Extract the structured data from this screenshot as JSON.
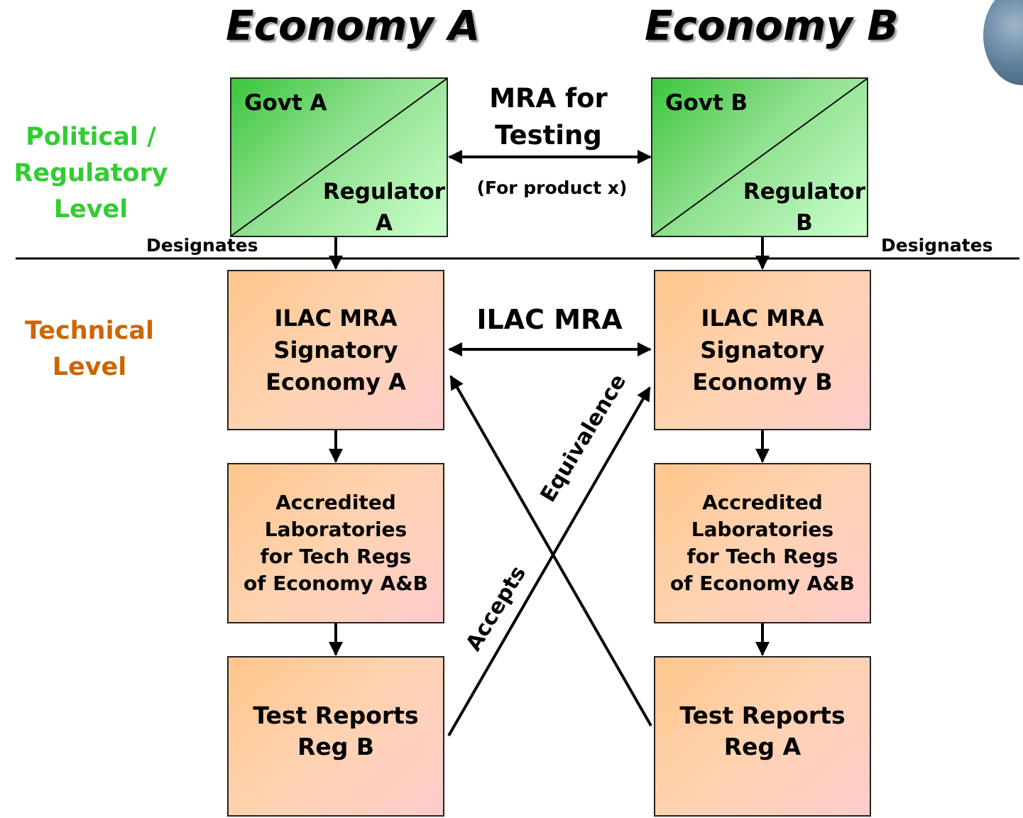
{
  "headings": {
    "economy_a": "Economy A",
    "economy_b": "Economy B"
  },
  "levels": {
    "political": "Political /\nRegulatory\nLevel",
    "technical": "Technical\nLevel"
  },
  "govt_boxes": {
    "a": {
      "govt": "Govt A",
      "regulator": "Regulator\nA"
    },
    "b": {
      "govt": "Govt B",
      "regulator": "Regulator\nB"
    }
  },
  "mra_testing": {
    "title": "MRA for\nTesting",
    "subtitle": "(For product x)"
  },
  "designates": {
    "left": "Designates",
    "right": "Designates"
  },
  "ilac_mra_label": "ILAC MRA",
  "signatory_boxes": {
    "a": "ILAC MRA\nSignatory\nEconomy A",
    "b": "ILAC MRA\nSignatory\nEconomy B"
  },
  "lab_boxes": {
    "a": "Accredited\nLaboratories\nfor Tech Regs\nof Economy A&B",
    "b": "Accredited\nLaboratories\nfor Tech Regs\nof Economy A&B"
  },
  "report_boxes": {
    "a": "Test Reports\nReg B",
    "b": "Test Reports\nReg A"
  },
  "cross_labels": {
    "equivalence": "Equivalence",
    "accepts": "Accepts"
  },
  "colors": {
    "political_label": "#33cc33",
    "technical_label": "#cc6600",
    "govt_green": "#3cc63c",
    "box_peach": "#ffcca8"
  }
}
